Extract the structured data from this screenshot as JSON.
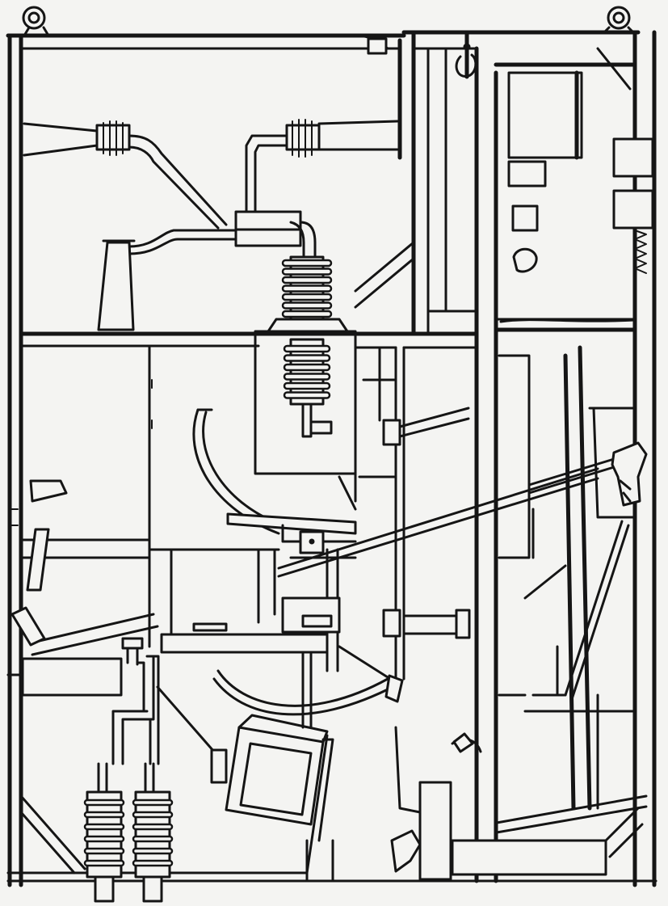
{
  "drawing": {
    "ink_color": "#151515",
    "paper_color": "#f4f4f2",
    "insulator_ribs": {
      "upper_bushing": 7,
      "lower_bushing": 6,
      "left_cable_terminal": 6,
      "right_cable_terminal": 6
    }
  }
}
